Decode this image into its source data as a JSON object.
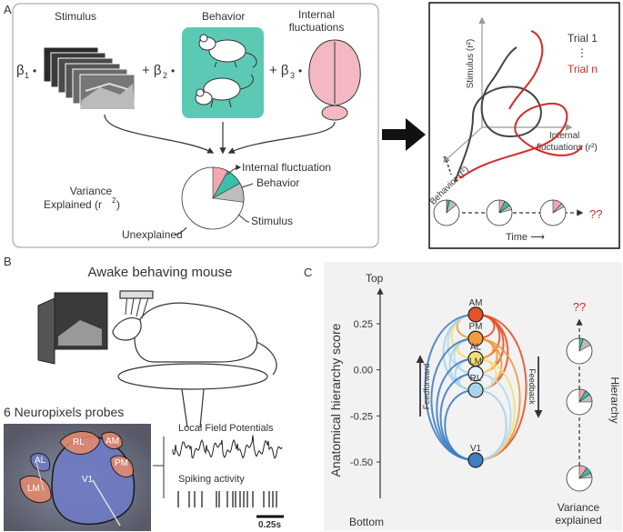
{
  "panelA": {
    "label": "A",
    "left": {
      "stimulus_label": "Stimulus",
      "behavior_label": "Behavior",
      "internal_label_1": "Internal",
      "internal_label_2": "fluctuations",
      "beta1": "β",
      "beta1_sub": "1",
      "plus_beta2": "+ β",
      "beta2_sub": "2",
      "plus_beta3": "+ β",
      "beta3_sub": "3",
      "dot": "•",
      "variance_1": "Variance",
      "variance_2": "Explained (r",
      "variance_sup": "2",
      "variance_end": ")",
      "legend_internal": "Internal fluctuation",
      "legend_behavior": "Behavior",
      "legend_stimulus": "Stimulus",
      "legend_unexplained": "Unexplained",
      "pie_fractions": {
        "internal": 0.08,
        "behavior": 0.09,
        "stimulus": 0.1,
        "unexplained": 0.73
      }
    },
    "right": {
      "stimulus_axis": "Stimulus (r²)",
      "internal_axis_1": "Internal",
      "internal_axis_2": "fluctuations (r²)",
      "behavior_axis": "Behavior (r²)",
      "trial1": "Trial 1",
      "trial_ellipsis": "⋮",
      "trialn": "Trial n",
      "time_label": "Time ⟶",
      "question": "??"
    },
    "colors": {
      "trial1": "#444444",
      "trialn": "#d42a2a",
      "behavior_bg": "#5cc9b5",
      "internal": "#f4a6b2",
      "stimulus": "#bdbdbd",
      "teal": "#3cbfa8"
    }
  },
  "panelB": {
    "label": "B",
    "title": "Awake behaving mouse",
    "probes_title": "6 Neuropixels probes",
    "areas": [
      "RL",
      "AM",
      "AL",
      "PM",
      "LM",
      "V1"
    ],
    "lfp_label": "Local Field Potentials",
    "spike_label": "Spiking activity",
    "scalebar": "0.25s"
  },
  "panelC": {
    "label": "C",
    "top": "Top",
    "bottom": "Bottom",
    "ylabel": "Anatomical hierarchy score",
    "yticks": [
      "0.25",
      "0.00",
      "-0.25",
      "-0.50"
    ],
    "feedforward": "Feedforward",
    "feedback": "Feedback",
    "hierarchy": "Hierarchy",
    "variance_1": "Variance",
    "variance_2": "explained",
    "question": "??",
    "nodes": [
      {
        "name": "AM",
        "score": 0.3,
        "color": "#e8512a"
      },
      {
        "name": "PM",
        "score": 0.17,
        "color": "#f29a3d"
      },
      {
        "name": "AL",
        "score": 0.06,
        "color": "#f2e07a"
      },
      {
        "name": "LM",
        "score": -0.02,
        "color": "#e6f2f7"
      },
      {
        "name": "RL",
        "score": -0.11,
        "color": "#a8d3ea"
      },
      {
        "name": "V1",
        "score": -0.49,
        "color": "#3f7fc4"
      }
    ]
  }
}
